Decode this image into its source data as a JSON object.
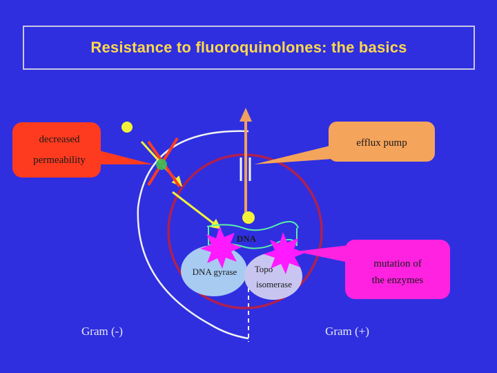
{
  "title": "Resistance to fluoroquinolones: the basics",
  "callouts": {
    "decreased_permeability": [
      "decreased",
      "permeability"
    ],
    "efflux_pump": "efflux pump",
    "mutation": [
      "mutation of",
      "the enzymes"
    ]
  },
  "labels": {
    "dna": "DNA",
    "dna_gyrase": "DNA gyrase",
    "topo_line1": "Topo",
    "topo_line2": "isomerase",
    "gram_neg": "Gram (-)",
    "gram_pos": "Gram (+)"
  },
  "colors": {
    "background": "#2f2fe0",
    "title_text": "#ffd94a",
    "red_callout": "#ff3b1f",
    "orange_callout": "#f5a45c",
    "magenta_callout": "#ff22e0",
    "arrow_yellow": "#f2f23a",
    "arrow_orange": "#f0a060",
    "cell_wall": "#f2f2f2",
    "nucleus_ring": "#b0204f",
    "dna_strand": "#58f0a8",
    "enzyme_blue": "#a8cbf2",
    "enzyme_lavender": "#c8c6f0",
    "star_magenta": "#ff1aff"
  },
  "icons": [
    "quinolone-molecule-icon",
    "cross-mark-icon",
    "efflux-channel-icon",
    "mutation-star-icon"
  ]
}
